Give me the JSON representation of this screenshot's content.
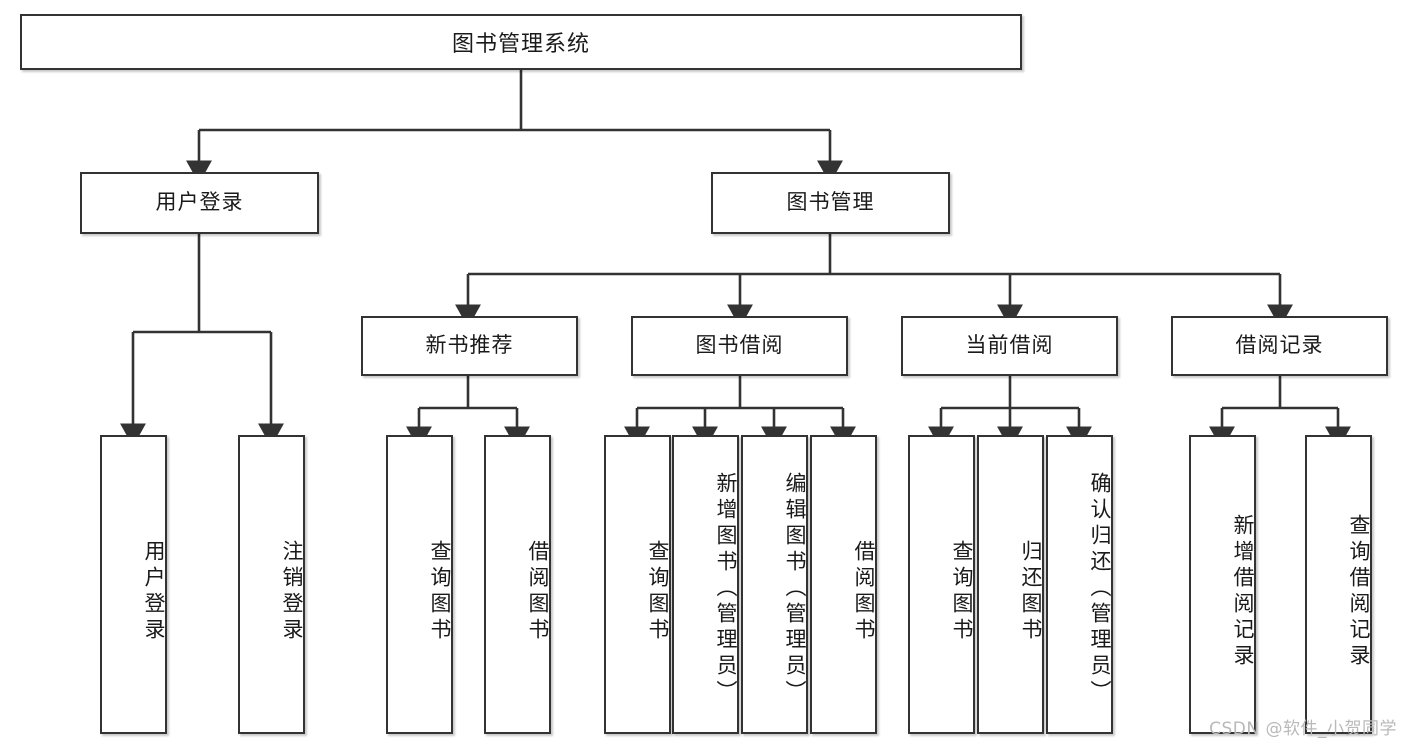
{
  "diagram": {
    "type": "hierarchy-tree",
    "title": "图书管理系统",
    "levels": 4,
    "colors": {
      "box_border": "#333333",
      "box_fill": "#ffffff",
      "edge": "#333333",
      "text": "#1a1a1a",
      "watermark": "#b9b9b9",
      "background": "#ffffff"
    },
    "root": {
      "label": "图书管理系统"
    },
    "level1": [
      {
        "label": "用户登录"
      },
      {
        "label": "图书管理"
      }
    ],
    "level2": [
      {
        "label": "新书推荐"
      },
      {
        "label": "图书借阅"
      },
      {
        "label": "当前借阅"
      },
      {
        "label": "借阅记录"
      }
    ],
    "leaves": {
      "user_login": [
        {
          "label": "用户登录"
        },
        {
          "label": "注销登录"
        }
      ],
      "new_book_recommend": [
        {
          "label": "查询图书"
        },
        {
          "label": "借阅图书"
        }
      ],
      "book_borrow": [
        {
          "label": "查询图书"
        },
        {
          "label": "新增图书（管理员）"
        },
        {
          "label": "编辑图书（管理员）"
        },
        {
          "label": "借阅图书"
        }
      ],
      "current_borrow": [
        {
          "label": "查询图书"
        },
        {
          "label": "归还图书"
        },
        {
          "label": "确认归还（管理员）"
        }
      ],
      "borrow_record": [
        {
          "label": "新增借阅记录"
        },
        {
          "label": "查询借阅记录"
        }
      ]
    }
  },
  "watermark": {
    "text": "CSDN @软件_小贺同学"
  }
}
